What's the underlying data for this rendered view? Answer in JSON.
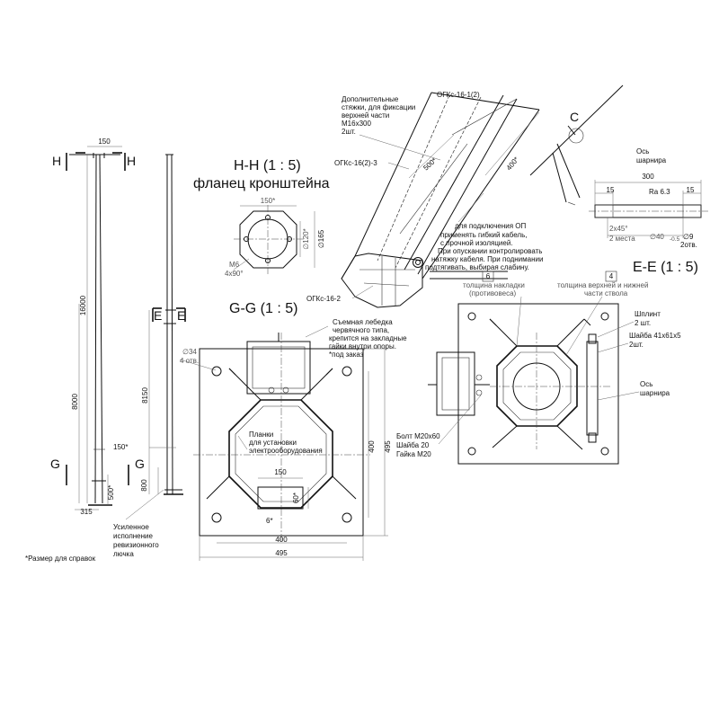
{
  "pole_left": {
    "top_width": "150",
    "section_h": "H",
    "height_total": "16000",
    "height_mid": "8000",
    "section_g": "G",
    "base_height": "500*",
    "base_width": "315"
  },
  "pole_right": {
    "section_e": "E",
    "height": "8150",
    "base_flange": "150*",
    "base_height": "800",
    "door_note": [
      "Усиленное",
      "исполнение",
      "ревизионного",
      "лючка"
    ]
  },
  "footnote": "*Размер для справок",
  "view_hh": {
    "title": "H-H (1 : 5)",
    "subtitle": "фланец кронштейна",
    "width": "150*",
    "diam_inner": "∅120*",
    "diam_outer": "∅165",
    "bolt": "M6",
    "bolt_angle": "4x90°"
  },
  "bracket": {
    "note_top": [
      "Дополнительные",
      "стяжки, для фиксации",
      "верхней части",
      "M16x300",
      "2шт."
    ],
    "label_1_2": "ОГКс-16-1(2)",
    "label_2_3": "ОГКс-16(2)-3",
    "label_2": "ОГКс-16-2",
    "dim_500": "500*",
    "dim_400": "400*",
    "cable_note": [
      "для подключения ОП",
      "применять гибкий кабель,",
      "с прочной изоляцией.",
      "При опускании контролировать",
      "натяжку  кабеля. При поднимании",
      "подтягивать, выбирая слабину."
    ]
  },
  "detail_c": {
    "label": "C",
    "axis_label": [
      "Ось",
      "шарнира"
    ],
    "width": "300",
    "chamfer_l": "15",
    "chamfer_r": "15",
    "roughness": "Ra 6.3",
    "chamfer_note": "2x45°",
    "chamfer_places": "2 места",
    "hole_40": "∅40",
    "hole_40_tol": "-0.5",
    "hole_9": "∅9",
    "hole_9_count": "2отв."
  },
  "view_ee": {
    "title": "E-E (1 : 5)",
    "ref_6": "6",
    "ref_6_note": [
      "толщина накладки",
      "(противовеса)"
    ],
    "ref_4": "4",
    "ref_4_note": [
      "толщина верхней и нижней",
      "части ствола"
    ],
    "pin": [
      "Шплинт",
      "2 шт."
    ],
    "washer": [
      "Шайба 41x61x5",
      "2шт."
    ],
    "hinge_axis": [
      "Ось",
      "шарнира"
    ],
    "bolt_set": [
      "Болт M20x60",
      "Шайба 20",
      "Гайка M20"
    ]
  },
  "view_gg": {
    "title": "G-G (1 : 5)",
    "winch_note": [
      "Съемная лебедка",
      "червячного типа,",
      "крепится на закладные",
      "гайки внутри опоры.",
      "*под заказ"
    ],
    "holes": "∅34",
    "holes_count": "4 отв.",
    "plank_note": [
      "Планки",
      "для установки",
      "электрооборудования"
    ],
    "dim_150": "150",
    "dim_60": "60*",
    "dim_6": "6*",
    "dim_400_h": "400",
    "dim_495_h": "495",
    "dim_400_v": "400",
    "dim_495_v": "495"
  }
}
